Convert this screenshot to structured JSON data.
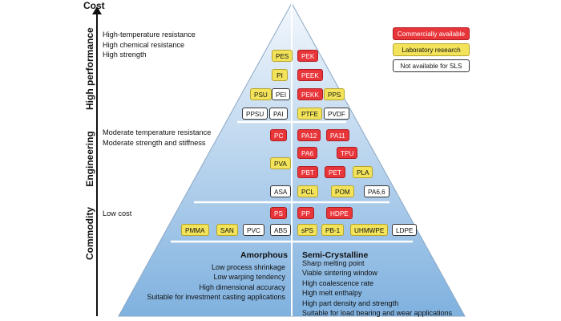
{
  "axis": {
    "title": "Cost"
  },
  "tiers": {
    "high_performance": {
      "label": "High performance",
      "description": [
        "High-temperature resistance",
        "High chemical resistance",
        "High strength"
      ]
    },
    "engineering": {
      "label": "Engineering",
      "description": [
        "Moderate temperature resistance",
        "Moderate strength and stiffness"
      ]
    },
    "commodity": {
      "label": "Commodity",
      "description": [
        "Low cost"
      ]
    }
  },
  "legend": {
    "commercial": "Commercially available",
    "laboratory": "Laboratory research",
    "not_available": "Not available for SLS"
  },
  "colors": {
    "commercial": "#e8353a",
    "laboratory": "#f2e35a",
    "not_available": "#ffffff",
    "pyramid_top": "#f3f7fc",
    "pyramid_bottom": "#7fb1df"
  },
  "materials": {
    "PES": "PES",
    "PI": "PI",
    "PSU": "PSU",
    "PEI": "PEI",
    "PPSU": "PPSU",
    "PAI": "PAI",
    "PEK": "PEK",
    "PEEK": "PEEK",
    "PEKK": "PEKK",
    "PPS": "PPS",
    "PTFE": "PTFE",
    "PVDF": "PVDF",
    "PC": "PC",
    "PVA": "PVA",
    "ASA": "ASA",
    "PA12": "PA12",
    "PA11": "PA11",
    "PA6": "PA6",
    "TPU": "TPU",
    "PBT": "PBT",
    "PET": "PET",
    "PLA": "PLA",
    "PCL": "PCL",
    "POM": "POM",
    "PA66": "PA6,6",
    "PS": "PS",
    "PMMA": "PMMA",
    "SAN": "SAN",
    "PVC": "PVC",
    "ABS": "ABS",
    "PP": "PP",
    "HDPE": "HDPE",
    "sPS": "sPS",
    "PB1": "PB-1",
    "UHMWPE": "UHMWPE",
    "LDPE": "LDPE"
  },
  "amorphous": {
    "title": "Amorphous",
    "lines": [
      "Low process shrinkage",
      "Low warping tendency",
      "High dimensional accuracy",
      "Suitable for investment casting applications"
    ]
  },
  "semicrystalline": {
    "title": "Semi-Crystalline",
    "lines": [
      "Sharp melting point",
      "Viable sintering window",
      "High coalescence rate",
      "High melt enthalpy",
      "High part density and strength",
      "Suitable for load bearing and wear applications"
    ]
  }
}
